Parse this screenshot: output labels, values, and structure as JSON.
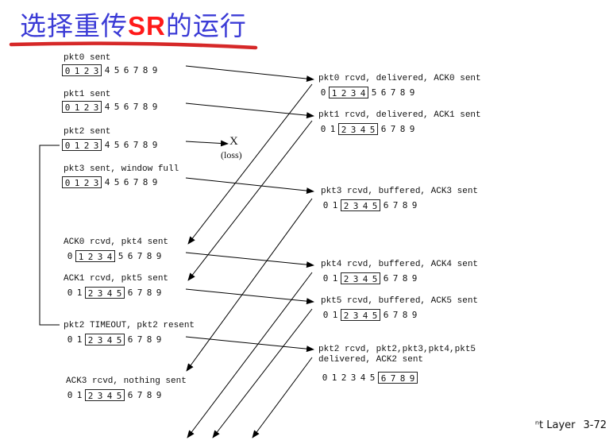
{
  "title": {
    "prefix": "选择重传",
    "highlight": "SR",
    "suffix": "的运行",
    "underline_color": "#d62828",
    "text_color": "#3b3bd6",
    "highlight_color": "#ff1a1a"
  },
  "sender": [
    {
      "id": "s0",
      "label": "pkt0 sent",
      "seq": [
        "0",
        "1",
        "2",
        "3",
        "4",
        "5",
        "6",
        "7",
        "8",
        "9"
      ],
      "window": [
        0,
        3
      ]
    },
    {
      "id": "s1",
      "label": "pkt1 sent",
      "seq": [
        "0",
        "1",
        "2",
        "3",
        "4",
        "5",
        "6",
        "7",
        "8",
        "9"
      ],
      "window": [
        0,
        3
      ]
    },
    {
      "id": "s2",
      "label": "pkt2 sent",
      "seq": [
        "0",
        "1",
        "2",
        "3",
        "4",
        "5",
        "6",
        "7",
        "8",
        "9"
      ],
      "window": [
        0,
        3
      ]
    },
    {
      "id": "s3",
      "label": "pkt3 sent, window full",
      "seq": [
        "0",
        "1",
        "2",
        "3",
        "4",
        "5",
        "6",
        "7",
        "8",
        "9"
      ],
      "window": [
        0,
        3
      ]
    },
    {
      "id": "s4",
      "label": "ACK0 rcvd, pkt4 sent",
      "seq": [
        "0",
        "1",
        "2",
        "3",
        "4",
        "5",
        "6",
        "7",
        "8",
        "9"
      ],
      "window": [
        1,
        4
      ]
    },
    {
      "id": "s5",
      "label": "ACK1 rcvd, pkt5 sent",
      "seq": [
        "0",
        "1",
        "2",
        "3",
        "4",
        "5",
        "6",
        "7",
        "8",
        "9"
      ],
      "window": [
        2,
        5
      ]
    },
    {
      "id": "s6",
      "label": "pkt2 TIMEOUT, pkt2 resent",
      "seq": [
        "0",
        "1",
        "2",
        "3",
        "4",
        "5",
        "6",
        "7",
        "8",
        "9"
      ],
      "window": [
        2,
        5
      ]
    },
    {
      "id": "s7",
      "label": "ACK3 rcvd, nothing sent",
      "seq": [
        "0",
        "1",
        "2",
        "3",
        "4",
        "5",
        "6",
        "7",
        "8",
        "9"
      ],
      "window": [
        2,
        5
      ]
    }
  ],
  "receiver": [
    {
      "id": "r0",
      "label": "pkt0 rcvd, delivered, ACK0 sent",
      "seq": [
        "0",
        "1",
        "2",
        "3",
        "4",
        "5",
        "6",
        "7",
        "8",
        "9"
      ],
      "window": [
        1,
        4
      ]
    },
    {
      "id": "r1",
      "label": "pkt1 rcvd, delivered, ACK1 sent",
      "seq": [
        "0",
        "1",
        "2",
        "3",
        "4",
        "5",
        "6",
        "7",
        "8",
        "9"
      ],
      "window": [
        2,
        5
      ]
    },
    {
      "id": "r3",
      "label": "pkt3 rcvd, buffered, ACK3 sent",
      "seq": [
        "0",
        "1",
        "2",
        "3",
        "4",
        "5",
        "6",
        "7",
        "8",
        "9"
      ],
      "window": [
        2,
        5
      ]
    },
    {
      "id": "r4",
      "label": "pkt4 rcvd, buffered, ACK4 sent",
      "seq": [
        "0",
        "1",
        "2",
        "3",
        "4",
        "5",
        "6",
        "7",
        "8",
        "9"
      ],
      "window": [
        2,
        5
      ]
    },
    {
      "id": "r5",
      "label": "pkt5 rcvd, buffered, ACK5 sent",
      "seq": [
        "0",
        "1",
        "2",
        "3",
        "4",
        "5",
        "6",
        "7",
        "8",
        "9"
      ],
      "window": [
        2,
        5
      ]
    },
    {
      "id": "r2",
      "label": "pkt2 rcvd, pkt2,pkt3,pkt4,pkt5\ndelivered, ACK2 sent",
      "seq": [
        "0",
        "1",
        "2",
        "3",
        "4",
        "5",
        "6",
        "7",
        "8",
        "9"
      ],
      "window": [
        6,
        9
      ]
    }
  ],
  "loss_label": "(loss)",
  "loss_marker": "X",
  "footer": {
    "section": "ⁿt Layer",
    "page": "3-72"
  }
}
